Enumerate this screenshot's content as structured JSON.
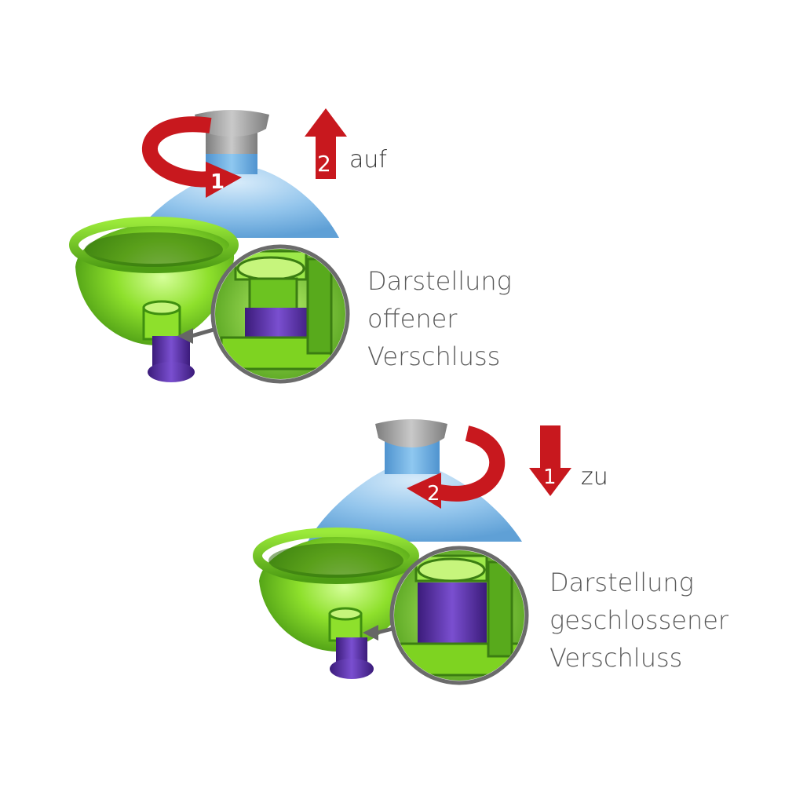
{
  "open": {
    "action_label": "auf",
    "step_rotate": "1",
    "step_arrow": "2",
    "description_lines": [
      "Darstellung",
      "offener",
      "Verschluss"
    ]
  },
  "closed": {
    "action_label": "zu",
    "step_arrow": "1",
    "step_rotate": "2",
    "description_lines": [
      "Darstellung",
      "geschlossener",
      "Verschluss"
    ]
  },
  "colors": {
    "arrow_red": "#c8181e",
    "cap_blue": "#7fb8e6",
    "green_part": "#7ed321",
    "purple_part": "#5b2da8",
    "grey_top": "#9a9a9a"
  }
}
